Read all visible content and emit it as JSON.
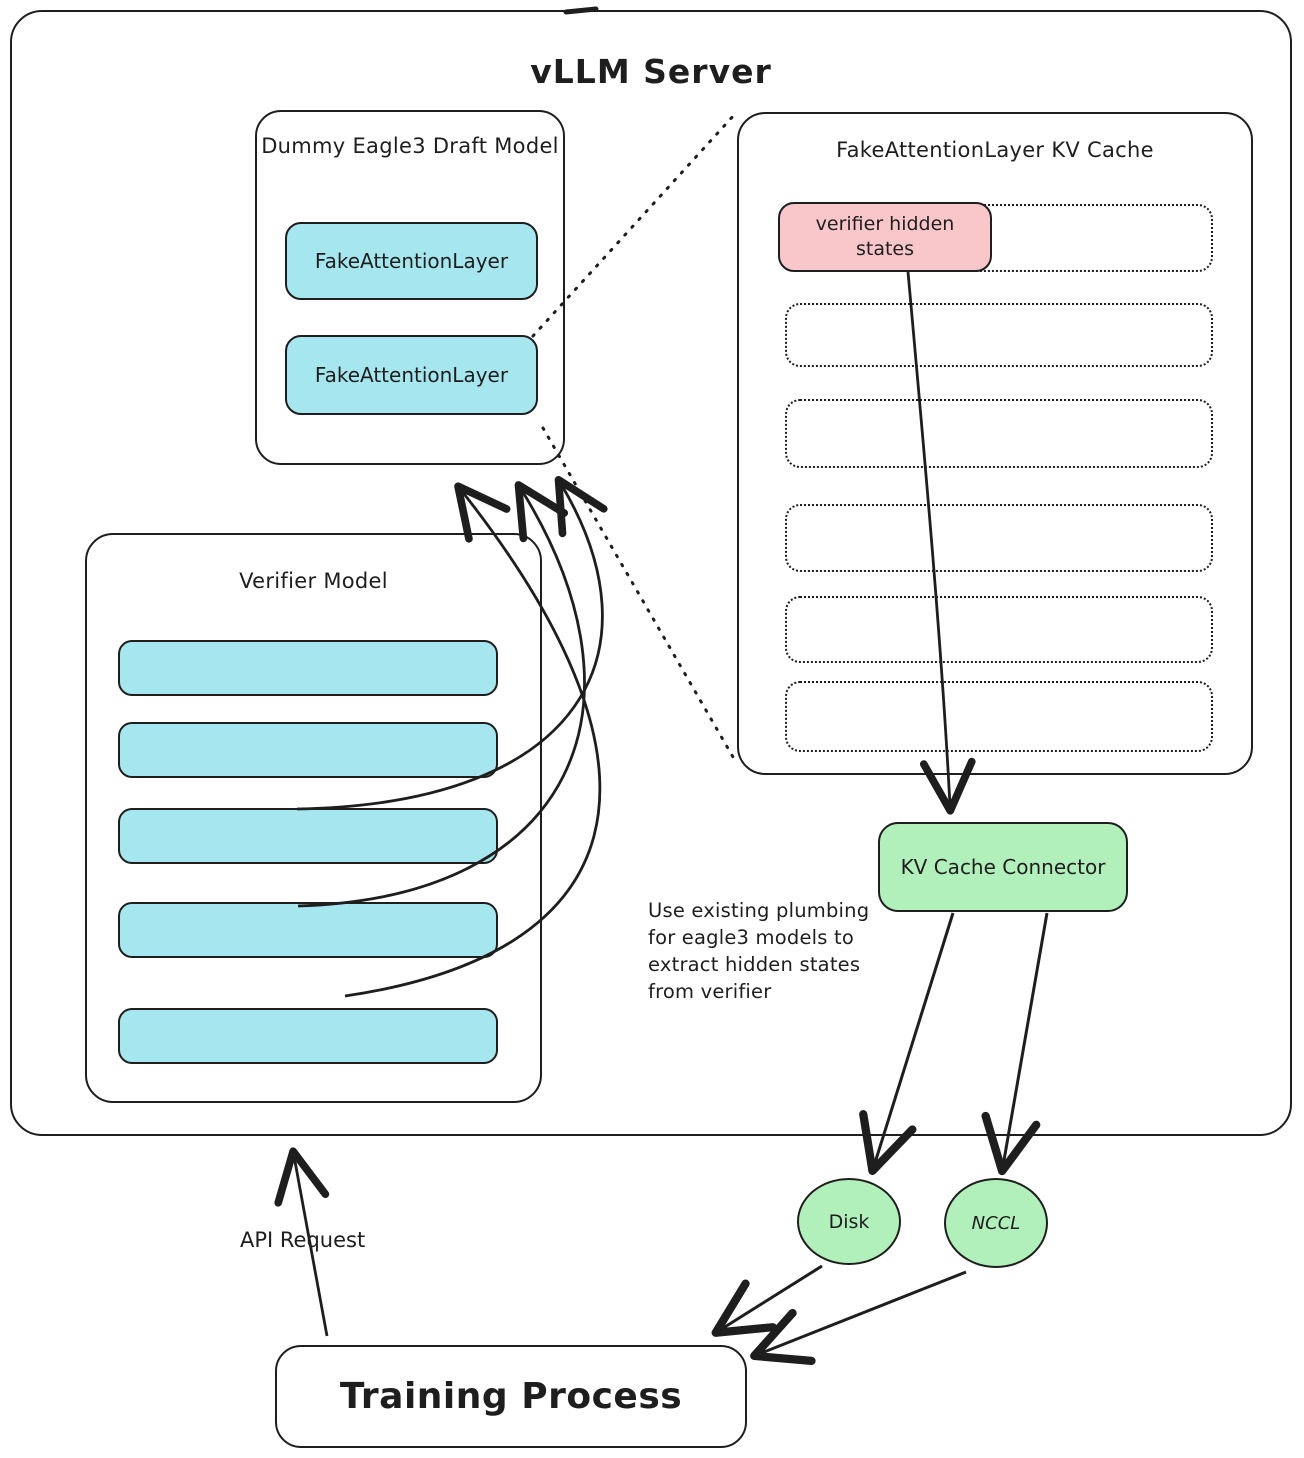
{
  "colors": {
    "cyan": "#a6e7ef",
    "pink": "#f9c7ca",
    "green": "#b2f0bb",
    "stroke": "#1e1e1e",
    "bg": "#ffffff"
  },
  "server": {
    "title": "vLLM Server"
  },
  "draft_model": {
    "title": "Dummy Eagle3 Draft Model",
    "layers": [
      "FakeAttentionLayer",
      "FakeAttentionLayer"
    ]
  },
  "kv_cache": {
    "title": "FakeAttentionLayer KV Cache",
    "filled_slot": "verifier hidden states",
    "total_slot_count": 6,
    "empty_slot_count": 5
  },
  "verifier_model": {
    "title": "Verifier Model",
    "layer_count": 5
  },
  "kv_connector": {
    "label": "KV Cache Connector"
  },
  "sinks": {
    "disk": "Disk",
    "nccl": "NCCL"
  },
  "training": {
    "label": "Training Process"
  },
  "annotations": {
    "plumbing_note_lines": [
      "Use existing plumbing",
      "for eagle3 models to",
      "extract hidden states",
      "from verifier"
    ],
    "api_request": "API Request"
  }
}
